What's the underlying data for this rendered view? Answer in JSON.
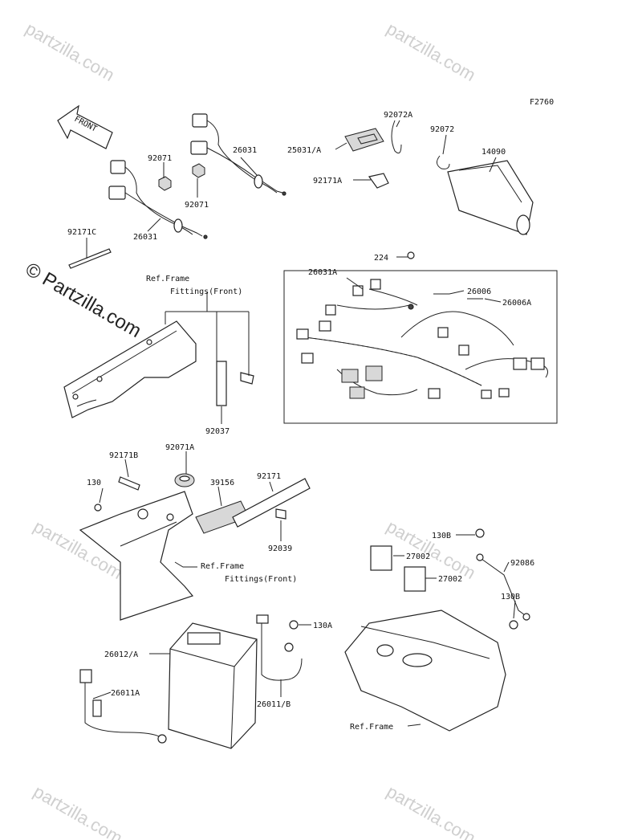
{
  "figure_code": "F2760",
  "front_arrow": "FRONT",
  "watermark": "© Partzilla.com",
  "watermark_tile": "partzilla.com",
  "labels": {
    "p92071a": "92071",
    "p92071b": "92071",
    "p26031a": "26031",
    "p26031b": "26031",
    "p92171c": "92171C",
    "p25031": "25031/A",
    "p92072a": "92072A",
    "p92072": "92072",
    "p92171a": "92171A",
    "p14090": "14090",
    "p224": "224",
    "p26031A": "26031A",
    "p26006": "26006",
    "p26006A": "26006A",
    "ref1": "Ref.Frame",
    "ref1b": "Fittings(Front)",
    "p92037": "92037",
    "p92171b": "92171B",
    "p92071A": "92071A",
    "p130": "130",
    "p39156": "39156",
    "p92171": "92171",
    "p92039": "92039",
    "ref2": "Ref.Frame",
    "ref2b": "Fittings(Front)",
    "p130B1": "130B",
    "p27002a": "27002",
    "p27002b": "27002",
    "p92086": "92086",
    "p130B2": "130B",
    "p130A": "130A",
    "p26012": "26012/A",
    "p26011A": "26011A",
    "p26011B": "26011/B",
    "ref3": "Ref.Frame"
  }
}
